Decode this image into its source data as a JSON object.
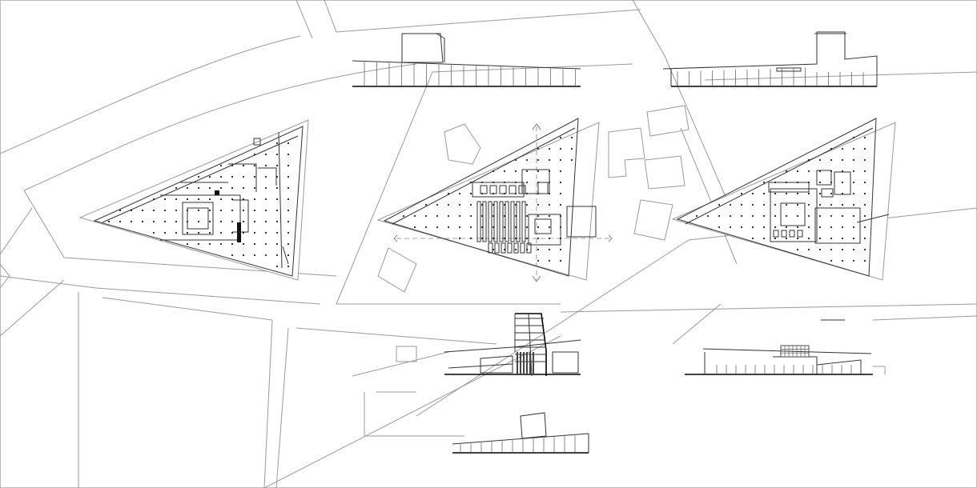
{
  "drawing_sheet": {
    "views": [
      {
        "key": "north-elevation",
        "kind": "elevation"
      },
      {
        "key": "east-elevation",
        "kind": "elevation"
      },
      {
        "key": "ground-floor-plan",
        "kind": "plan"
      },
      {
        "key": "first-floor-plan",
        "kind": "plan"
      },
      {
        "key": "second-floor-plan",
        "kind": "plan"
      },
      {
        "key": "longitudinal-section",
        "kind": "section"
      },
      {
        "key": "cross-section",
        "kind": "section"
      },
      {
        "key": "south-elevation",
        "kind": "elevation"
      }
    ],
    "colors": {
      "site_lines": "#9a9a9a",
      "building_lines": "#000000",
      "background": "#ffffff"
    }
  }
}
